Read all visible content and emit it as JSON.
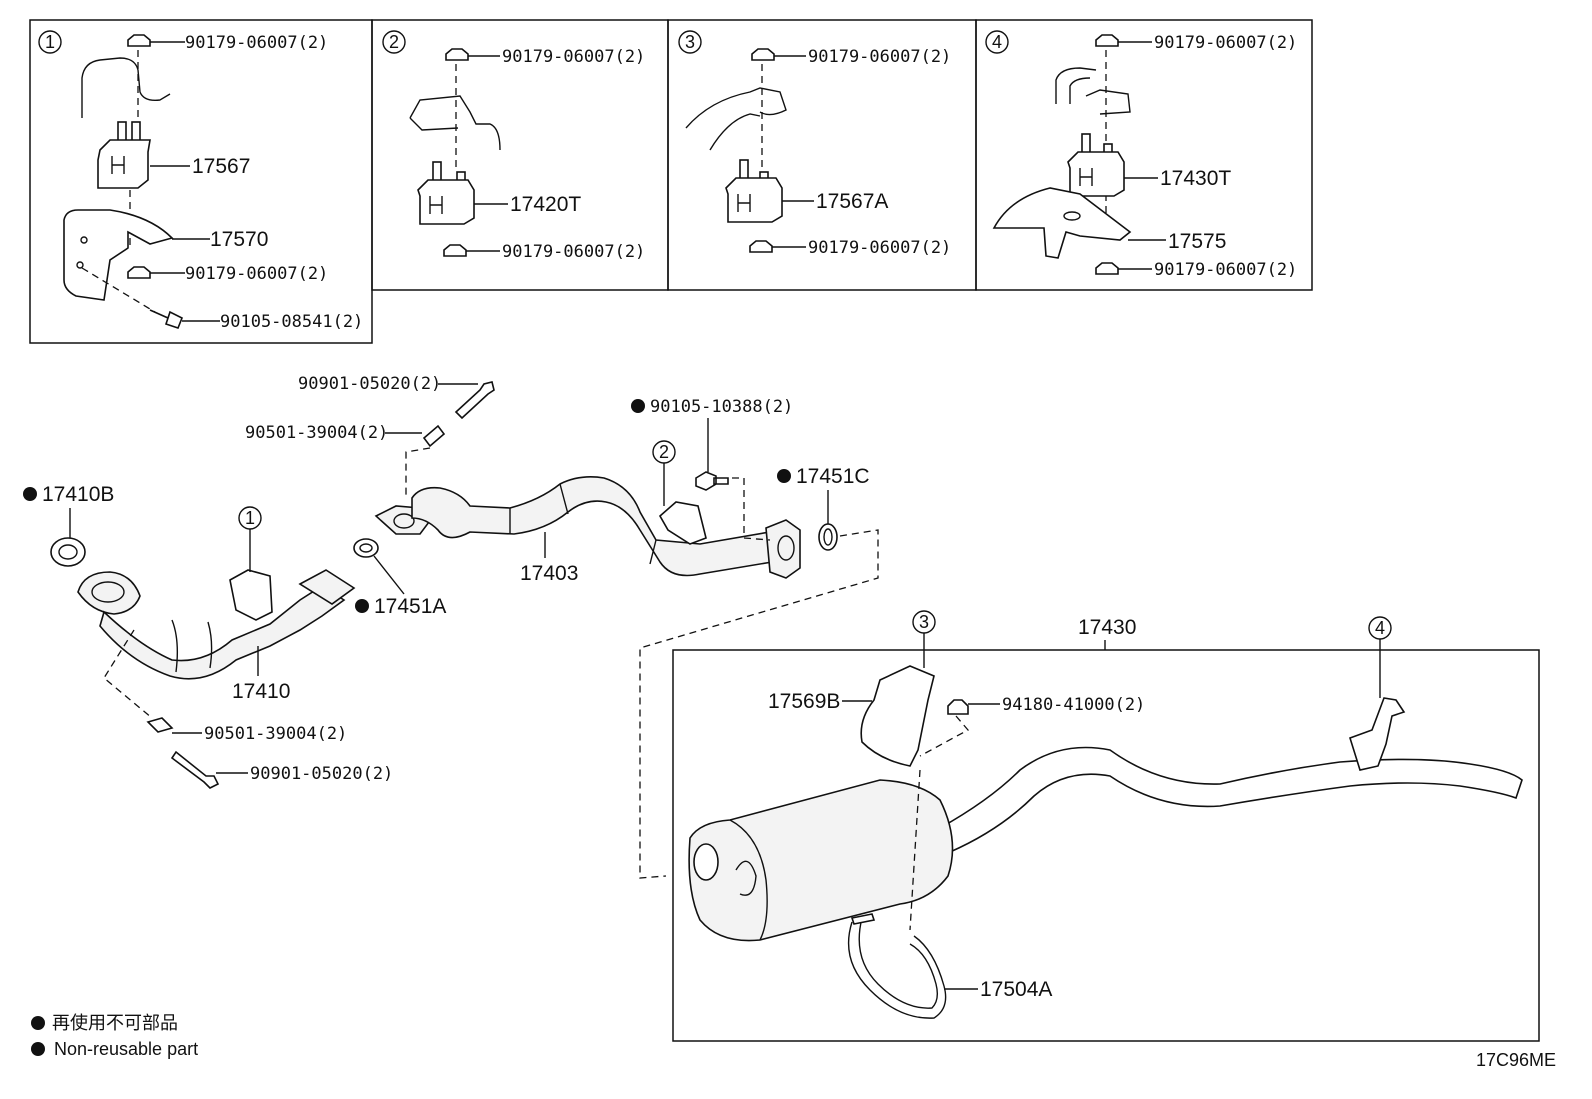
{
  "insets": [
    {
      "number": "1",
      "labels": [
        "90179-06007(2)",
        "17567",
        "17570",
        "90179-06007(2)",
        "90105-08541(2)"
      ]
    },
    {
      "number": "2",
      "labels": [
        "90179-06007(2)",
        "17420T",
        "90179-06007(2)"
      ]
    },
    {
      "number": "3",
      "labels": [
        "90179-06007(2)",
        "17567A",
        "90179-06007(2)"
      ]
    },
    {
      "number": "4",
      "labels": [
        "90179-06007(2)",
        "17430T",
        "17575",
        "90179-06007(2)"
      ]
    }
  ],
  "main_parts": {
    "bolt_upper": "90901-05020(2)",
    "spring_upper": "90501-39004(2)",
    "bolt_10388": "90105-10388(2)",
    "gasket_17410B": "17410B",
    "gasket_17451C": "17451C",
    "gasket_17451A": "17451A",
    "front_pipe": "17410",
    "center_pipe": "17403",
    "spring_lower": "90501-39004(2)",
    "bolt_lower": "90901-05020(2)",
    "tail_pipe": "17430",
    "heat_insulator": "17569B",
    "nut_94180": "94180-41000(2)",
    "band": "17504A",
    "callout_1": "1",
    "callout_2": "2",
    "callout_3": "3",
    "callout_4": "4"
  },
  "legend": {
    "jp": "再使用不可部品",
    "en": "Non-reusable part"
  },
  "diagram_code": "17C96ME"
}
